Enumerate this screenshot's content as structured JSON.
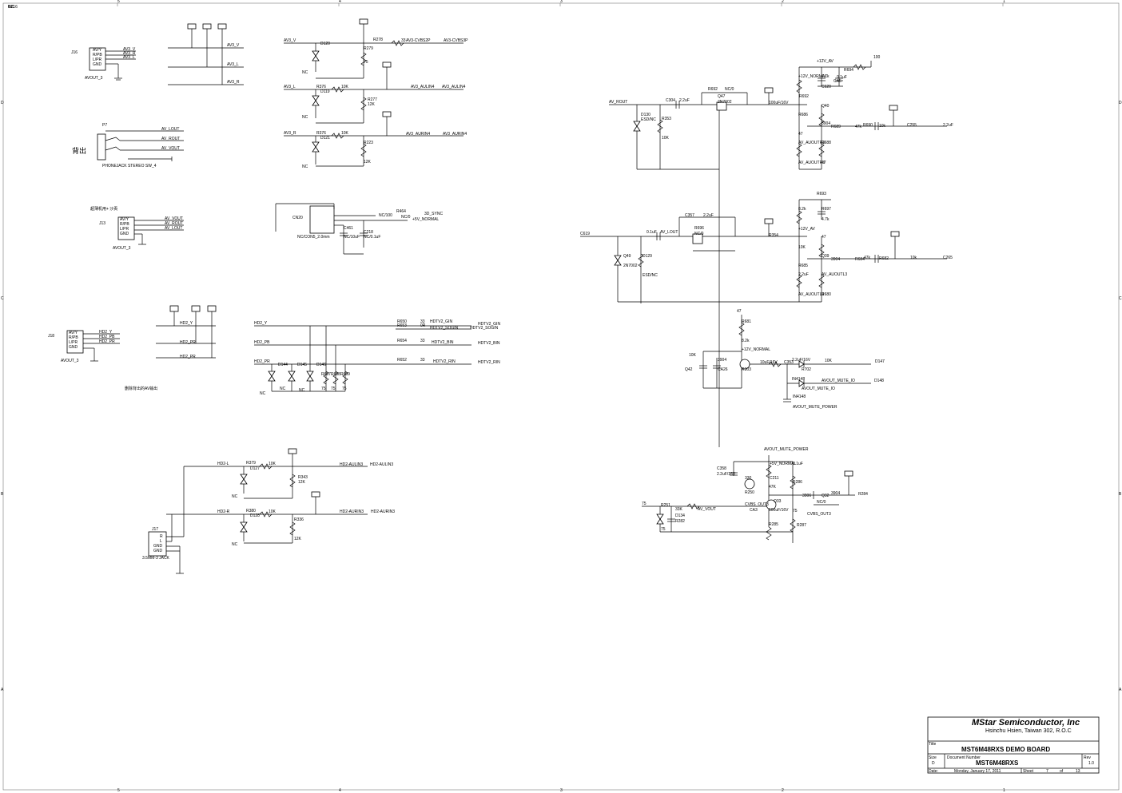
{
  "frame": {
    "col_markers": [
      "5",
      "4",
      "3",
      "2",
      "1"
    ],
    "row_markers": [
      "D",
      "C",
      "B",
      "A"
    ]
  },
  "title_block": {
    "company": "MStar Semiconductor, Inc",
    "address": "Hsinchu Hsien, Taiwan 302, R.O.C",
    "title_label": "Title",
    "title": "MST6M48RXS DEMO BOARD",
    "size_label": "Size",
    "size": "D",
    "docnum_label": "Document Number",
    "docnum": "MST6M48RXS",
    "rev_label": "Rev",
    "rev": "1.0",
    "date_label": "Date:",
    "date": "Monday, January 17, 2011",
    "sheet_label": "Sheet",
    "sheet": "7",
    "of_label": "of",
    "total": "13"
  },
  "labels": [
    "J16",
    "AV/Y",
    "R/PB",
    "L/PR",
    "GND",
    "AV3_V",
    "AV3_R",
    "AV3_L",
    "AVOUT_3",
    "AV3_V",
    "AV3_L",
    "AV3_R",
    "P7",
    "AV_LOUT",
    "AV_ROUT",
    "AV_VOUT",
    "背出",
    "PHONEJACK STEREO SW_4",
    "超薄机用+ 沙贡",
    "J13",
    "AV/Y",
    "R/PB",
    "L/PR",
    "GND",
    "AV_VOUT",
    "AV_ROUT",
    "AV_LOUT",
    "AVOUT_3",
    "J18",
    "AV/Y",
    "R/PB",
    "L/PR",
    "GND",
    "HD2_Y",
    "HD2_PB",
    "HD2_PR",
    "AVOUT_3",
    "HD2_Y",
    "HD2_PR",
    "HD2_PR",
    "删除背出的AV输出",
    "AV3_V",
    "D120",
    "R278",
    "33",
    "AV3-CVBS2P",
    "AV3-CVBS3P",
    "R279",
    "75",
    "NC",
    "AV3_L",
    "R376",
    "10K",
    "AV3_AULIN4",
    "AV3_AULIN4",
    "D119",
    "R277",
    "12K",
    "NC",
    "AV3_R",
    "R376",
    "10K",
    "AV3_AURIN4",
    "AV3_AURIN4",
    "D121",
    "R223",
    "12K",
    "NC",
    "CN20",
    "R464",
    "NC/100",
    "NC/0",
    "3D_SYNC",
    "+5V_NORMAL",
    "C461",
    "NC/10uF",
    "C218",
    "NC/0.1uF",
    "NC/CON5_2.0mm",
    "HD2_Y",
    "R650",
    "33",
    "HDTV2_GIN",
    "HDTV2_GIN",
    "R653",
    "0R",
    "HDTV2_SOGIN",
    "HDTV2_SOGIN",
    "HD2_PB",
    "R654",
    "33",
    "HDTV2_BIN",
    "HDTV2_BIN",
    "HD2_PR",
    "R652",
    "33",
    "HDTV2_RIN",
    "HDTV2_RIN",
    "D144",
    "D145",
    "D146",
    "R657",
    "R658",
    "R659",
    "75",
    "75",
    "75",
    "NC",
    "NC",
    "NC",
    "HD2-L",
    "R379",
    "10K",
    "HD2-AULIN3",
    "HD2-AULIN3",
    "D127",
    "R343",
    "12K",
    "NC",
    "HD2-R",
    "R380",
    "10K",
    "HD2-AURIN3",
    "HD2-AURIN3",
    "D128",
    "R336",
    "12K",
    "NC",
    "J17",
    "R",
    "L",
    "GND",
    "GND",
    "3.5MM-3 JACK",
    "AV_ROUT",
    "C304",
    "2.2uF",
    "R692",
    "NC/0",
    "Q47",
    "2N7002",
    "D130",
    "ESD/NC",
    "R353",
    "10K",
    "+12V_AV",
    "R694",
    "100",
    "+12V_NORMAL",
    "R692",
    "4.7k",
    "C620",
    "0.1uF",
    "CA5",
    "100uF/16V",
    "R686",
    "47",
    "Q40",
    "3904",
    "R689",
    "47k",
    "R690",
    "10k",
    "C255",
    "2.2uF",
    "AV_AUOUTR3",
    "AV_AUOUTR3",
    "R688",
    "47",
    "R693",
    "8.2k",
    "+12V_AV",
    "R697",
    "4.7k",
    "C619",
    "0.1uF",
    "AV_LOUT",
    "C357",
    "2.2uF",
    "R696",
    "NC/0",
    "Q49",
    "2N7002",
    "D129",
    "ESD/NC",
    "R354",
    "10K",
    "R685",
    "47",
    "Q39",
    "3904",
    "R684",
    "47k",
    "R682",
    "10k",
    "C265",
    "2.2uF",
    "AV_AUOUTL3",
    "AV_AUOUTL3",
    "R680",
    "47",
    "R681",
    "8.2k",
    "+12V_NORMAL",
    "R303",
    "10K",
    "Q42",
    "3904",
    "CA26",
    "10uF/16V",
    "C353",
    "2.2uF/16V",
    "R702",
    "10K",
    "D147",
    "IN4148",
    "AVOUT_MUTE_IO",
    "AVOUT_MUTE_IO",
    "D148",
    "IN4148",
    "AVOUT_MUTE_POWER",
    "AVOUT_MUTE_POWER",
    "C358",
    "2.2uF/16V",
    "+5V_NORMAL",
    "C211",
    "0.1uF",
    "R286",
    "330",
    "R250",
    "47K",
    "Q33",
    "3906",
    "Q32",
    "3904",
    "R284",
    "NC/0",
    "CVBS_OUT3",
    "CVBS_OUT3",
    "CA3",
    "100uF/16V",
    "R285",
    "75",
    "R287",
    "75",
    "R251",
    "33K",
    "AV_VOUT",
    "D134",
    "R282",
    "75",
    "C216",
    "NC",
    "NC"
  ]
}
